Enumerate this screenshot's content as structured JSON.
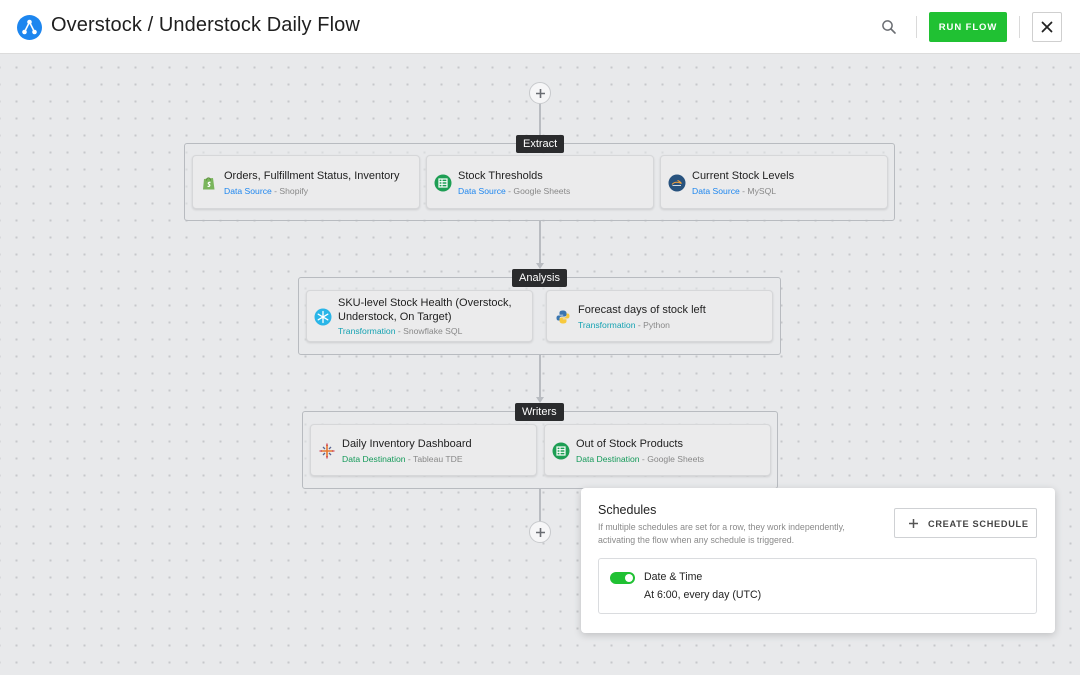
{
  "header": {
    "title": "Overstock / Understock Daily Flow",
    "run_label": "RUN FLOW"
  },
  "colors": {
    "accent": "#1d86ef",
    "run": "#20c133",
    "data_source": "#1d86ef",
    "transformation": "#15a2b2",
    "data_destination": "#159a5a"
  },
  "stages": [
    {
      "label": "Extract",
      "nodes": [
        {
          "title": "Orders, Fulfillment Status, Inventory",
          "category": "Data Source",
          "service": "Shopify",
          "icon": "shopify-icon"
        },
        {
          "title": "Stock Thresholds",
          "category": "Data Source",
          "service": "Google Sheets",
          "icon": "google-sheets-icon"
        },
        {
          "title": "Current Stock Levels",
          "category": "Data Source",
          "service": "MySQL",
          "icon": "mysql-icon"
        }
      ]
    },
    {
      "label": "Analysis",
      "nodes": [
        {
          "title": "SKU-level Stock Health (Overstock, Understock, On Target)",
          "category": "Transformation",
          "service": "Snowflake SQL",
          "icon": "snowflake-icon"
        },
        {
          "title": "Forecast days of stock left",
          "category": "Transformation",
          "service": "Python",
          "icon": "python-icon"
        }
      ]
    },
    {
      "label": "Writers",
      "nodes": [
        {
          "title": "Daily Inventory Dashboard",
          "category": "Data Destination",
          "service": "Tableau TDE",
          "icon": "tableau-icon"
        },
        {
          "title": "Out of Stock Products",
          "category": "Data Destination",
          "service": "Google Sheets",
          "icon": "google-sheets-icon"
        }
      ]
    }
  ],
  "separator": " - ",
  "schedules": {
    "title": "Schedules",
    "description": "If multiple schedules are set for a row, they work independently, activating the flow when any schedule is triggered.",
    "create_label": "CREATE SCHEDULE",
    "items": [
      {
        "type": "Date & Time",
        "value": "At 6:00, every day (UTC)",
        "enabled": true
      }
    ]
  }
}
